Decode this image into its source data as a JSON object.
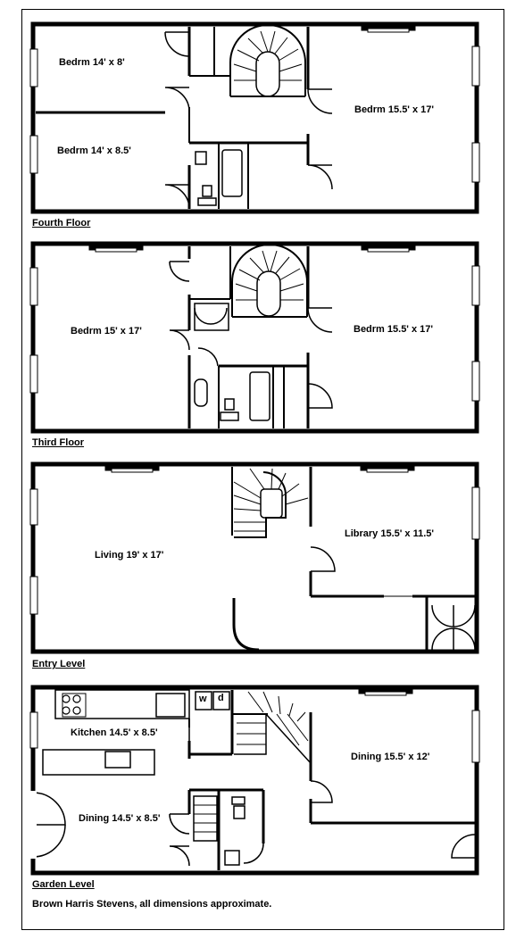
{
  "floors": {
    "fourth": {
      "name": "Fourth Floor",
      "rooms": [
        "Bedrm 14' x 8'",
        "Bedrm 14' x 8.5'",
        "Bedrm 15.5' x 17'"
      ]
    },
    "third": {
      "name": "Third Floor",
      "rooms": [
        "Bedrm 15' x 17'",
        "Bedrm 15.5' x 17'"
      ]
    },
    "entry": {
      "name": "Entry Level",
      "rooms": [
        "Living 19' x 17'",
        "Library 15.5' x 11.5'"
      ]
    },
    "garden": {
      "name": "Garden Level",
      "rooms": [
        "Kitchen 14.5' x 8.5'",
        "Dining 14.5' x 8.5'",
        "Dining 15.5' x 12'"
      ],
      "appliances": [
        "w",
        "d"
      ]
    }
  },
  "footer": "Brown Harris Stevens, all dimensions approximate."
}
